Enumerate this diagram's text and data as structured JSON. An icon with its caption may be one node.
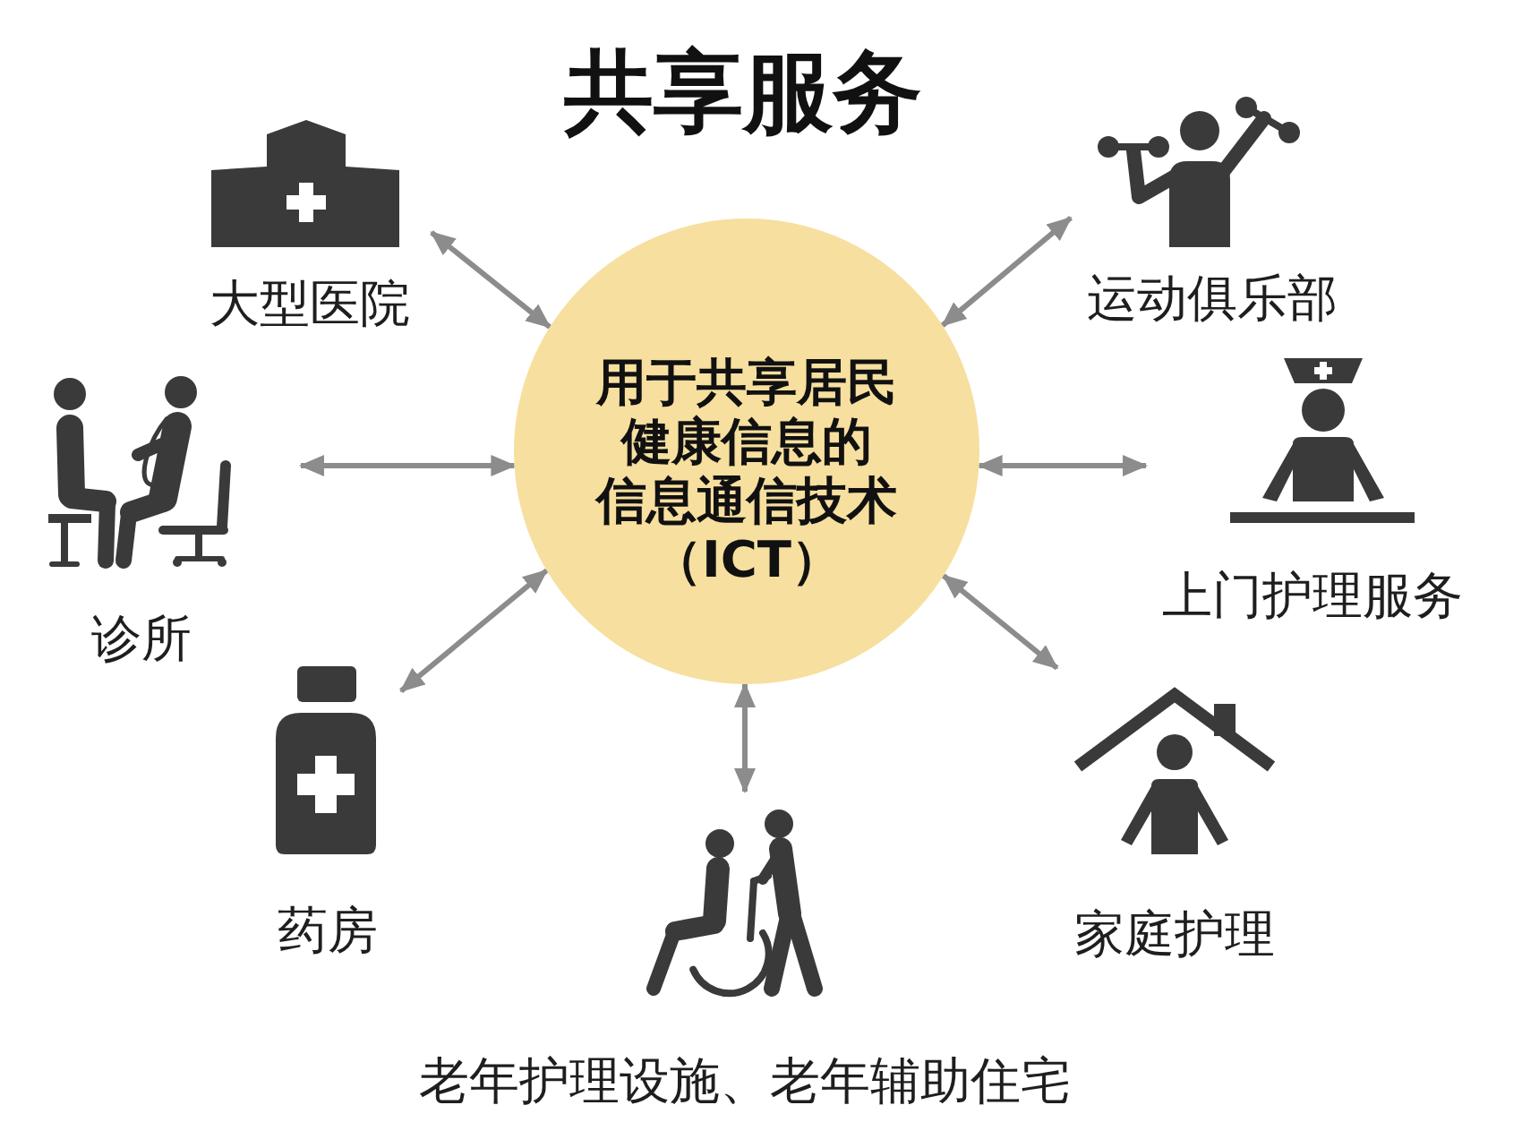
{
  "diagram": {
    "title": "共享服务",
    "nodes": [
      {
        "text": [
          "大型医院"
        ]
      },
      {
        "text": [
          "运动俱乐部"
        ]
      },
      {
        "text": [
          "用于共享居民健康信息的信息通信技术（ICT）"
        ]
      },
      {
        "text": [
          "诊所"
        ]
      },
      {
        "text": [
          "上门护理服务"
        ]
      },
      {
        "text": [
          "药房"
        ]
      },
      {
        "text": [
          "家庭护理"
        ]
      },
      {
        "text": [
          "老年护理设施、老年辅助住宅"
        ]
      }
    ],
    "edges": [
      {
        "from": 2,
        "to": 0,
        "arrow": "both"
      },
      {
        "from": 2,
        "to": 1,
        "arrow": "both"
      },
      {
        "from": 2,
        "to": 3,
        "arrow": "both"
      },
      {
        "from": 2,
        "to": 4,
        "arrow": "both"
      },
      {
        "from": 2,
        "to": 5,
        "arrow": "both"
      },
      {
        "from": 2,
        "to": 6,
        "arrow": "both"
      },
      {
        "from": 2,
        "to": 7,
        "arrow": "both"
      }
    ]
  }
}
